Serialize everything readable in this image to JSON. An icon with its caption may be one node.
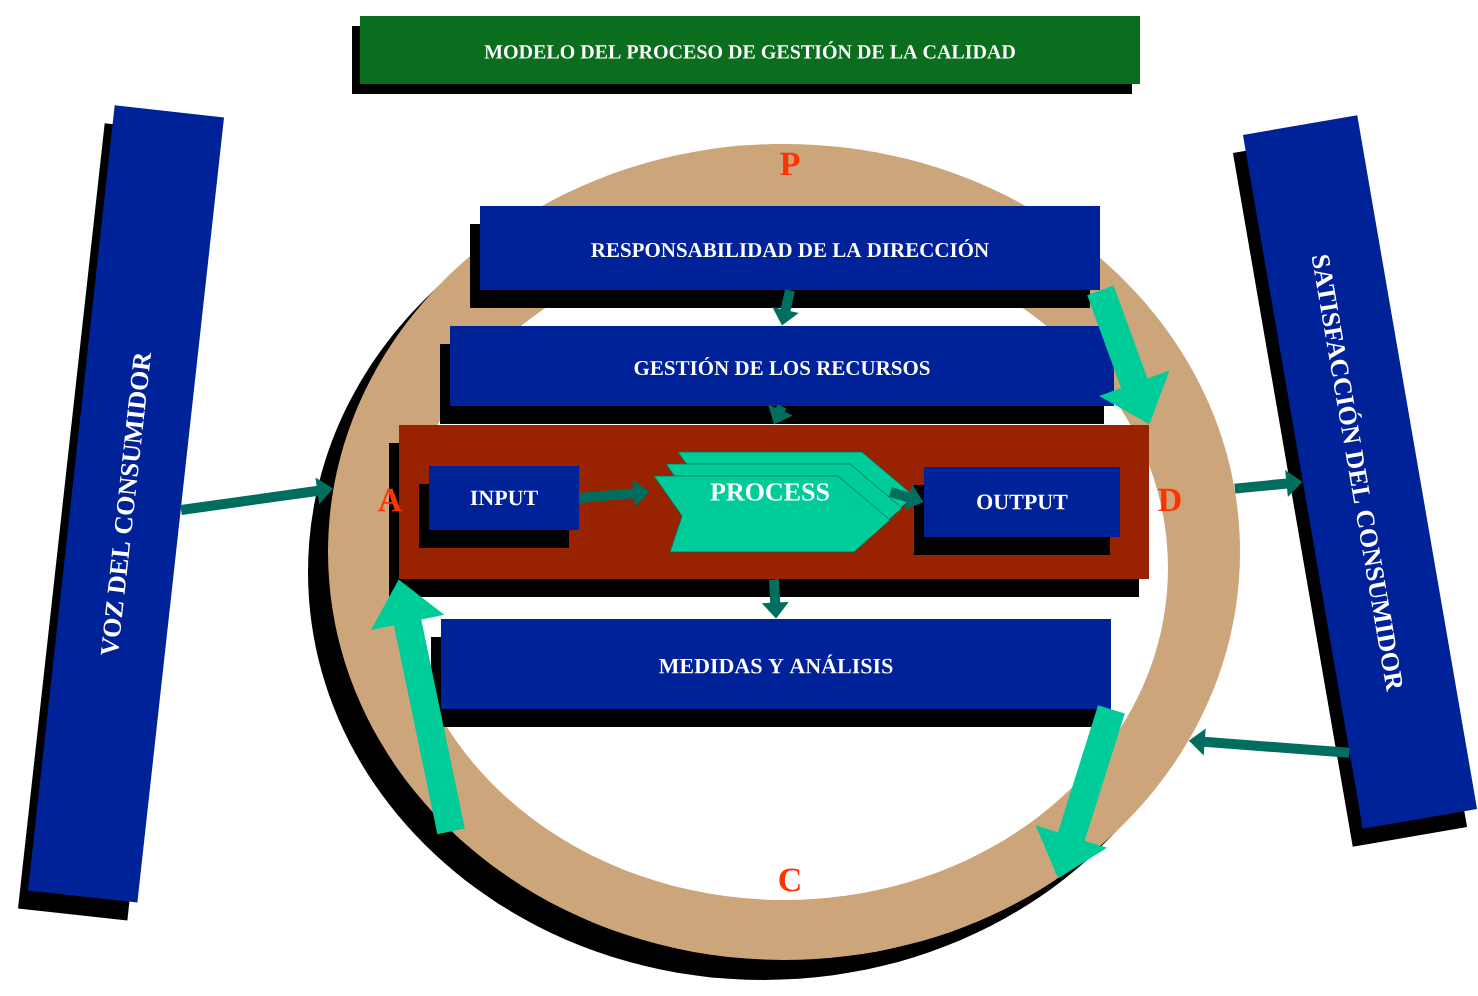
{
  "diagram": {
    "title": "MODELO DEL PROCESO DE GESTIÓN DE LA CALIDAD",
    "nodes": [
      {
        "text": [
          "VOZ DEL CONSUMIDOR"
        ]
      },
      {
        "text": [
          "SATISFACCIÓN DEL CONSUMIDOR"
        ]
      },
      {
        "text": [],
        "shape": "circle"
      },
      {
        "text": [
          "RESPONSABILIDAD DE LA DIRECCIÓN"
        ],
        "in": 2
      },
      {
        "text": [
          "GESTIÓN DE LOS RECURSOS"
        ],
        "in": 2
      },
      {
        "text": [],
        "shape": "box",
        "in": 2
      },
      {
        "text": [
          "INPUT"
        ],
        "in": 5
      },
      {
        "text": [
          "PROCESS"
        ],
        "in": 5
      },
      {
        "text": [
          "OUTPUT"
        ],
        "in": 5
      },
      {
        "text": [
          "MEDIDAS  Y ANÁLISIS"
        ],
        "in": 2
      }
    ],
    "edges": [
      {
        "from": 3,
        "to": 4,
        "arrow": "to"
      },
      {
        "from": 4,
        "to": 5,
        "arrow": "to"
      },
      {
        "from": 6,
        "to": 7,
        "arrow": "to"
      },
      {
        "from": 7,
        "to": 8,
        "arrow": "to"
      },
      {
        "from": 5,
        "to": 9,
        "arrow": "to"
      },
      {
        "from": 0,
        "to": 2,
        "arrow": "to"
      },
      {
        "from": 2,
        "to": 1,
        "arrow": "to"
      },
      {
        "from": 1,
        "to": 2,
        "arrow": "to"
      },
      {
        "from": 3,
        "to": 5,
        "arrow": "to",
        "style": "thick",
        "color": "#00cc99"
      },
      {
        "from": 9,
        "to": 2,
        "arrow": "to",
        "style": "thick",
        "color": "#00cc99"
      },
      {
        "from": 2,
        "to": 5,
        "arrow": "to",
        "style": "thick",
        "color": "#00cc99"
      }
    ],
    "labels": [
      "P",
      "A",
      "D",
      "C"
    ]
  }
}
